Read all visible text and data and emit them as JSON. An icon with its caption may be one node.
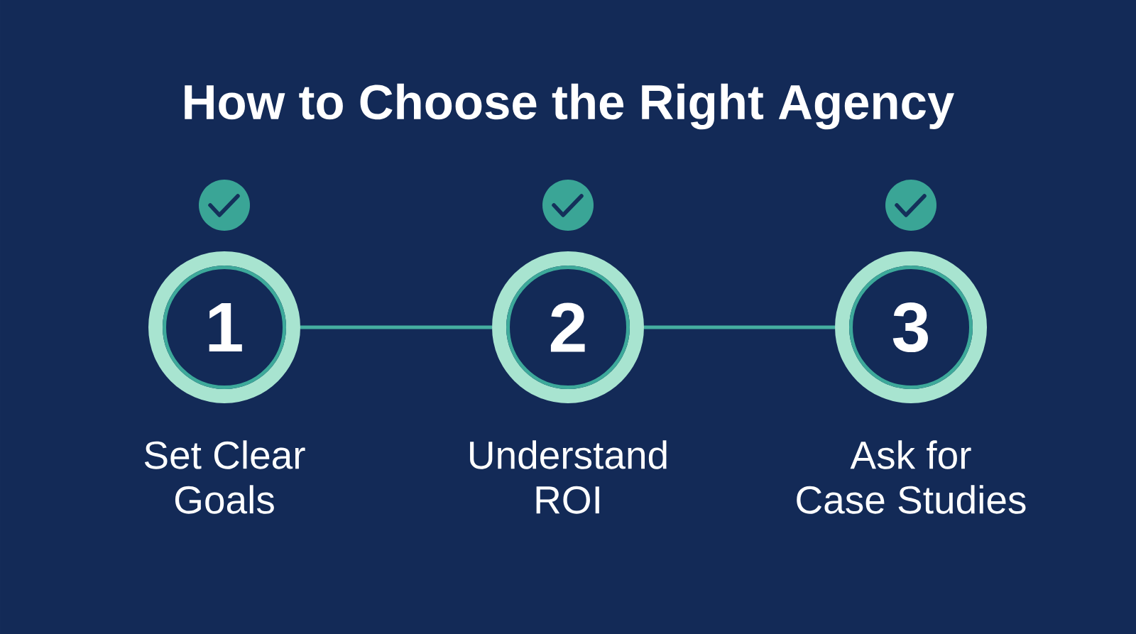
{
  "diagram": {
    "title": "How to Choose the Right Agency",
    "nodes": [
      {
        "text": [
          "1"
        ],
        "beside": [
          "Set Clear Goals"
        ]
      },
      {
        "text": [
          "2"
        ],
        "beside": [
          "Understand ROI"
        ]
      },
      {
        "text": [
          "3"
        ],
        "beside": [
          "Ask for Case Studies"
        ]
      }
    ],
    "edges": [
      {
        "from": 0,
        "to": 1,
        "arrow": "none"
      },
      {
        "from": 1,
        "to": 2,
        "arrow": "none"
      }
    ]
  }
}
